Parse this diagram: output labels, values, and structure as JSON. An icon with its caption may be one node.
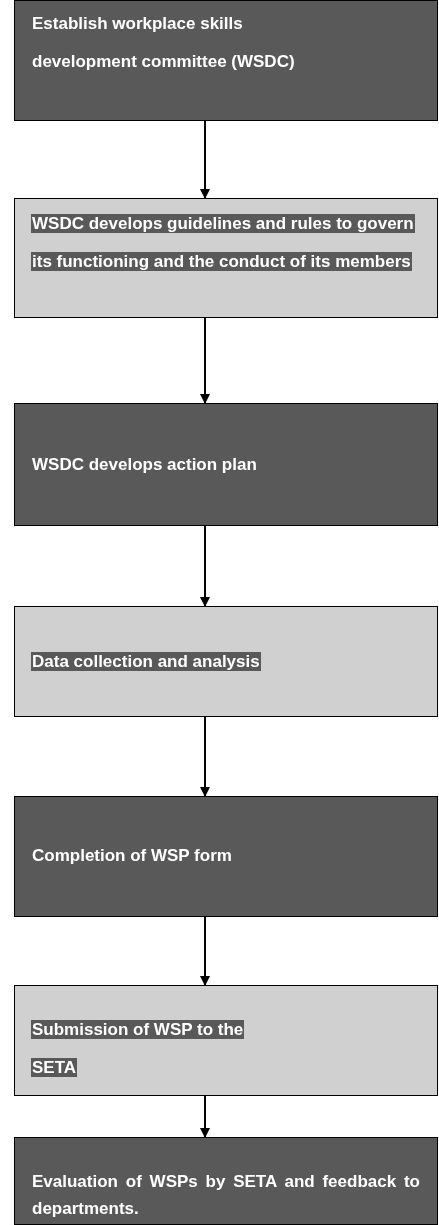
{
  "diagram": {
    "nodes": [
      {
        "text": [
          "Establish workplace skills development committee (WSDC)"
        ]
      },
      {
        "text": [
          "WSDC develops guidelines and rules to govern its functioning and the conduct of its members"
        ]
      },
      {
        "text": [
          "WSDC develops action plan"
        ]
      },
      {
        "text": [
          "Data collection and analysis"
        ]
      },
      {
        "text": [
          "Completion of WSP form"
        ]
      },
      {
        "text": [
          "Submission of WSP to the SETA"
        ]
      },
      {
        "text": [
          "Evaluation of WSPs by SETA and feedback to departments."
        ]
      }
    ],
    "edges": [
      {
        "from": 0,
        "to": 1,
        "arrow": "to"
      },
      {
        "from": 1,
        "to": 2,
        "arrow": "to"
      },
      {
        "from": 2,
        "to": 3,
        "arrow": "to"
      },
      {
        "from": 3,
        "to": 4,
        "arrow": "to"
      },
      {
        "from": 4,
        "to": 5,
        "arrow": "to"
      },
      {
        "from": 5,
        "to": 6,
        "arrow": "to"
      }
    ]
  }
}
